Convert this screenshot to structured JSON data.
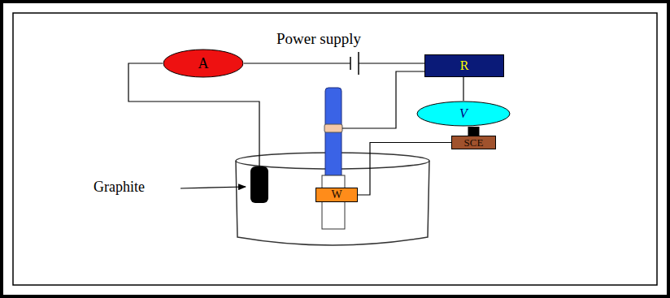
{
  "diagram": {
    "nodes": [
      {
        "text": [
          "A"
        ]
      },
      {
        "text": [
          "R"
        ]
      },
      {
        "text": [
          "V"
        ]
      },
      {
        "text": [
          "SCE"
        ]
      },
      {
        "text": [
          "W"
        ]
      }
    ],
    "edges": [
      {
        "from": 1,
        "to": 2,
        "arrow": "none"
      },
      {
        "from": 2,
        "to": 3,
        "arrow": "none"
      },
      {
        "from": 3,
        "to": 4,
        "arrow": "none"
      }
    ],
    "labels": [
      "Power supply",
      "Graphite"
    ]
  }
}
